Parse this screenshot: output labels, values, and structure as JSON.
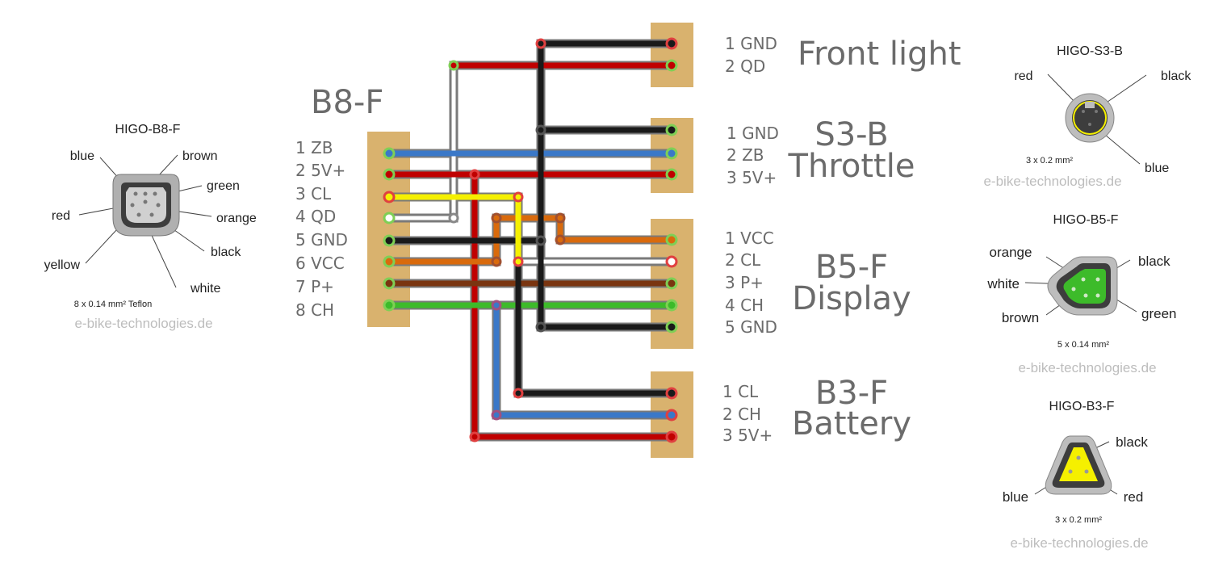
{
  "b8f": {
    "title": "B8-F",
    "pins": [
      "1 ZB",
      "2 5V+",
      "3 CL",
      "4 QD",
      "5 GND",
      "6 VCC",
      "7 P+",
      "8 CH"
    ]
  },
  "front_light": {
    "title": "Front light",
    "pins": [
      "1 GND",
      "2 QD"
    ]
  },
  "s3b": {
    "title_line1": "S3-B",
    "title_line2": "Throttle",
    "pins": [
      "1 GND",
      "2 ZB",
      "3 5V+"
    ]
  },
  "b5f": {
    "title_line1": "B5-F",
    "title_line2": "Display",
    "pins": [
      "1 VCC",
      "2 CL",
      "3 P+",
      "4 CH",
      "5 GND"
    ]
  },
  "b3f": {
    "title_line1": "B3-F",
    "title_line2": "Battery",
    "pins": [
      "1 CL",
      "2 CH",
      "3 5V+"
    ]
  },
  "higo_b8f": {
    "title": "HIGO-B8-F",
    "wires": [
      "blue",
      "brown",
      "green",
      "red",
      "orange",
      "black",
      "yellow",
      "white"
    ],
    "spec": "8 x 0.14 mm² Teflon",
    "watermark": "e-bike-technologies.de"
  },
  "higo_s3b": {
    "title": "HIGO-S3-B",
    "wires": [
      "red",
      "black",
      "blue"
    ],
    "spec": "3 x 0.2 mm²",
    "watermark": "e-bike-technologies.de"
  },
  "higo_b5f": {
    "title": "HIGO-B5-F",
    "wires": [
      "orange",
      "black",
      "white",
      "brown",
      "green"
    ],
    "spec": "5 x 0.14 mm²",
    "watermark": "e-bike-technologies.de"
  },
  "higo_b3f": {
    "title": "HIGO-B3-F",
    "wires": [
      "black",
      "blue",
      "red"
    ],
    "spec": "3 x 0.2 mm²",
    "watermark": "e-bike-technologies.de"
  },
  "colors": {
    "connector": "#d9b26e",
    "black": "#1a1a1a",
    "red": "#c00000",
    "blue": "#3a78c8",
    "yellow": "#f5f000",
    "white": "#ffffff",
    "orange": "#d96a0c",
    "brown": "#7a3510",
    "green": "#3dbb2a",
    "grey": "#9a9a9a"
  }
}
